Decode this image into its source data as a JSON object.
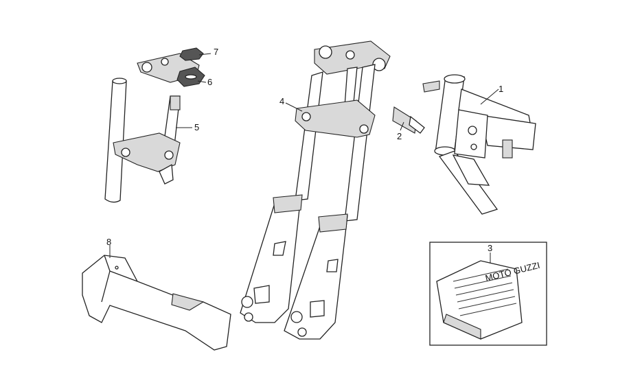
{
  "callouts": {
    "c1": "1",
    "c2": "2",
    "c3": "3",
    "c4": "4",
    "c5": "5",
    "c6": "6",
    "c7": "7",
    "c8": "8"
  },
  "inset_logo_text": "MOTO GUZZI",
  "colors": {
    "line": "#222222",
    "background": "#ffffff",
    "shade": "#d9d9d9"
  }
}
